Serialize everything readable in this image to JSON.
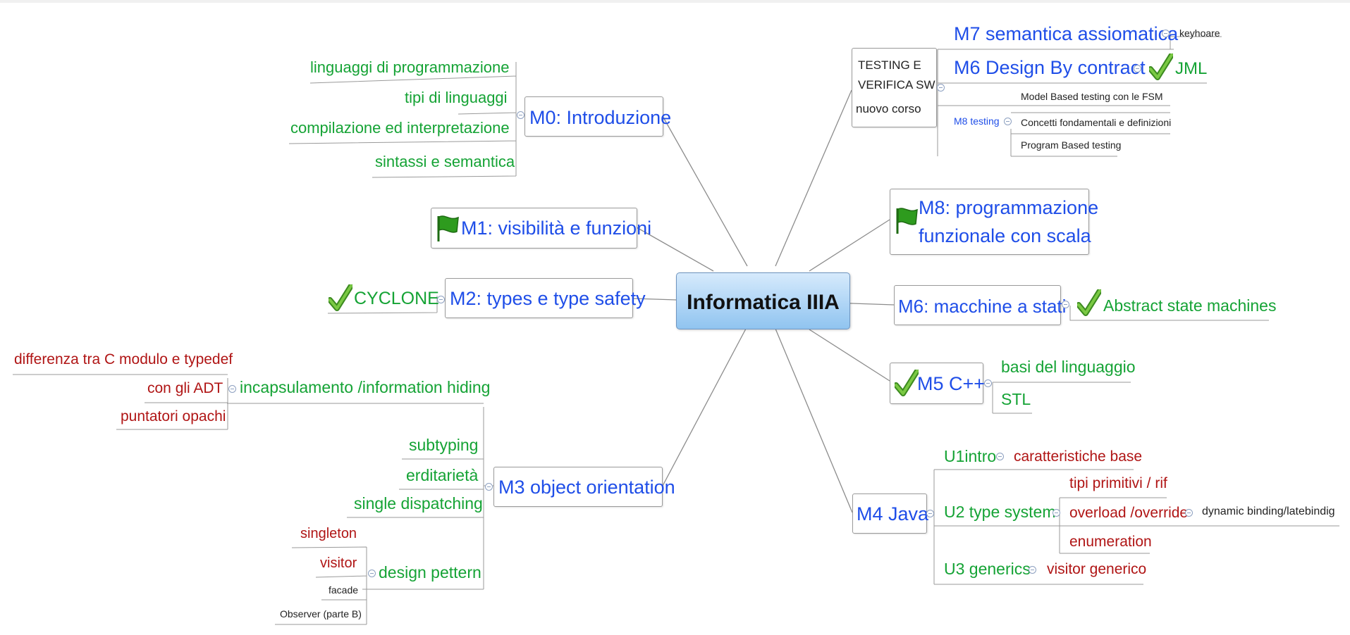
{
  "central": "Informatica IIIA",
  "left": {
    "m0": {
      "label": "M0: Introduzione",
      "children": [
        "linguaggi di programmazione",
        "tipi di linguaggi",
        "compilazione ed interpretazione",
        "sintassi e semantica"
      ]
    },
    "m1": {
      "label": "M1: visibilità e funzioni",
      "icon": "flag-icon"
    },
    "m2": {
      "label": "M2: types e type safety",
      "children": [
        "CYCLONE"
      ],
      "child_icon": "checkmark-icon"
    },
    "m3": {
      "label": "M3 object orientation",
      "encapsulation": {
        "label": "incapsulamento /information hiding",
        "children": [
          "differenza tra C modulo e typedef",
          "con gli ADT",
          "puntatori opachi"
        ]
      },
      "subtyping": "subtyping",
      "inheritance": "erditarietà",
      "dispatching": "single dispatching",
      "patterns": {
        "label": "design pettern",
        "children": [
          "singleton",
          "visitor",
          "facade",
          "Observer (parte B)"
        ]
      }
    }
  },
  "right": {
    "testing": {
      "label": [
        "TESTING E",
        "VERIFICA SW",
        "nuovo corso"
      ],
      "m7": {
        "label": "M7 semantica assiomatica",
        "children": [
          "keyhoare"
        ]
      },
      "m6": {
        "label": "M6 Design By contract",
        "children": [
          "JML"
        ],
        "child_icon": "checkmark-icon"
      },
      "fsm": "Model Based testing con le FSM",
      "m8t": {
        "label": "M8 testing",
        "children": [
          "Concetti fondamentali e definizioni",
          "Program Based testing"
        ]
      }
    },
    "m8": {
      "label": [
        "M8: programmazione",
        "funzionale con scala"
      ],
      "icon": "flag-icon"
    },
    "m6": {
      "label": "M6: macchine a stati",
      "children": [
        "Abstract state machines"
      ],
      "child_icon": "checkmark-icon"
    },
    "m5": {
      "label": "M5 C++",
      "icon": "checkmark-icon",
      "children": [
        "basi del linguaggio",
        "STL"
      ]
    },
    "m4": {
      "label": "M4 Java",
      "u1": {
        "label": "U1intro",
        "children": [
          "caratteristiche base"
        ]
      },
      "u2": {
        "label": "U2 type system",
        "children": [
          "tipi primitivi / rif",
          "overload /override",
          "enumeration"
        ],
        "override_child": "dynamic binding/latebindig"
      },
      "u3": {
        "label": "U3 generics",
        "children": [
          "visitor generico"
        ]
      }
    }
  },
  "colors": {
    "topic": "#1f4ee8",
    "subtopic": "#15a335",
    "detail": "#b01515",
    "line": "#8c8c8c",
    "central_top": "#d6eafc",
    "central_bottom": "#90c4f0",
    "flag": "#2e9b1e",
    "check": "#4aa82a"
  }
}
